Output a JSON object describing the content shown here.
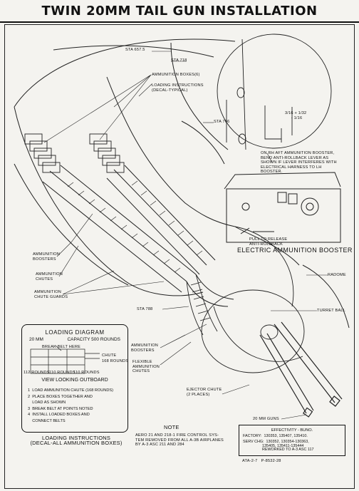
{
  "title": "TWIN 20MM TAIL GUN INSTALLATION",
  "callouts": {
    "sta_6575": "STA 657.5",
    "sta_718": "STA 718",
    "ammo_boxes": "AMMUNITION BOXES(6)",
    "loading_instr": "LOADING INSTRUCTIONS\n(DECAL-TYPICAL)",
    "sta_766": "STA 766",
    "detail_dim": "3/16 + 1/32\n     - 1/16",
    "booster_note": "ON RH AFT AMMUNITION BOOSTER,\nBEND ANTI-ROLLBACK LEVER AS\nSHOWN IF LEVER INTERFERES WITH\nELECTRICAL HARNESS TO LH\nBOOSTER.",
    "pull_release": "PULL TO RELEASE\nANTI-ROLLBACK",
    "electric_booster": "ELECTRIC AMMUNITION BOOSTER",
    "radome": "RADOME",
    "turret_ball": "TURRET BALL",
    "sta_788": "STA 788",
    "ammo_boosters_top": "AMMUNITION\nBOOSTERS",
    "ammo_chutes": "AMMUNITION\nCHUTES",
    "ammo_chute_guards": "AMMUNITION\nCHUTE GUARDS",
    "ammo_boosters_low": "AMMUNITION\nBOOSTERS",
    "flexible_chutes": "FLEXIBLE\nAMMUNITION\nCHUTES",
    "ejector_chute": "EJECTOR CHUTE\n(2 PLACES)",
    "guns": "20 MM GUNS"
  },
  "loading_diagram": {
    "heading": "LOADING DIAGRAM",
    "caliber": "20 MM",
    "capacity": "CAPACITY 500 ROUNDS",
    "break_belt": "BREAK BELT HERE",
    "chute_label": "CHUTE",
    "chute_rounds": "168 ROUNDS",
    "r1": "112 ROUNDS",
    "r2": "110 ROUNDS",
    "r3": "110 ROUNDS",
    "view": "VIEW LOOKING OUTBOARD",
    "steps": "1  LOAD AMMUNITION CHUTE (168 ROUNDS)\n2  PLACE BOXES TOGETHER AND\n    LOAD AS SHOWN\n3  BREAK BELT AT POINTS NOTED\n4  INSTALL LOADED BOXES AND\n    CONNECT BELTS"
  },
  "loading_caption": "LOADING INSTRUCTIONS\n(DECAL-ALL AMMUNITION BOXES)",
  "note": {
    "heading": "NOTE",
    "text": "AERO 21 AND 218-1 FIRE CONTROL SYS-\nTEM REMOVED FROM ALL A-3B AIRPLANES\nBY A-3 ASC 211 AND 284"
  },
  "effectivity": {
    "heading": "EFFECTIVITY - BUNO.",
    "factory": "FACTORY:  130353, 135407, 135410.",
    "serv": "SERV CHG:  130352, 130354-130363,\n                  135405, 135411-135444\n                  REWORKED TO A-3 ASC 117"
  },
  "footer": "ATA-2-7   P-8532-28"
}
